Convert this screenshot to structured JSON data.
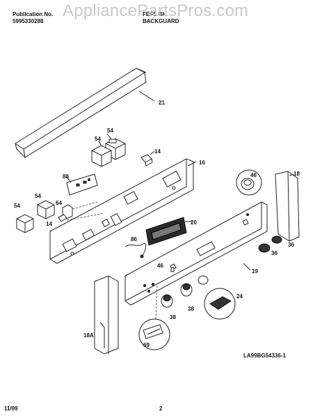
{
  "header": {
    "publication_label": "Publication No.",
    "publication_number": "5995330288",
    "model": "FEFS BH",
    "section_title": "BACKGUARD"
  },
  "watermark": "AppliancePartsPros.com",
  "diagram_code": "LA99BG54336-1",
  "footer": {
    "date": "11/99",
    "page": "2"
  },
  "callouts": [
    "21",
    "54",
    "54",
    "14",
    "88",
    "16",
    "46",
    "18",
    "54",
    "64",
    "54",
    "14",
    "20",
    "86",
    "36",
    "36",
    "46",
    "19",
    "24",
    "38",
    "38",
    "18A",
    "69"
  ]
}
